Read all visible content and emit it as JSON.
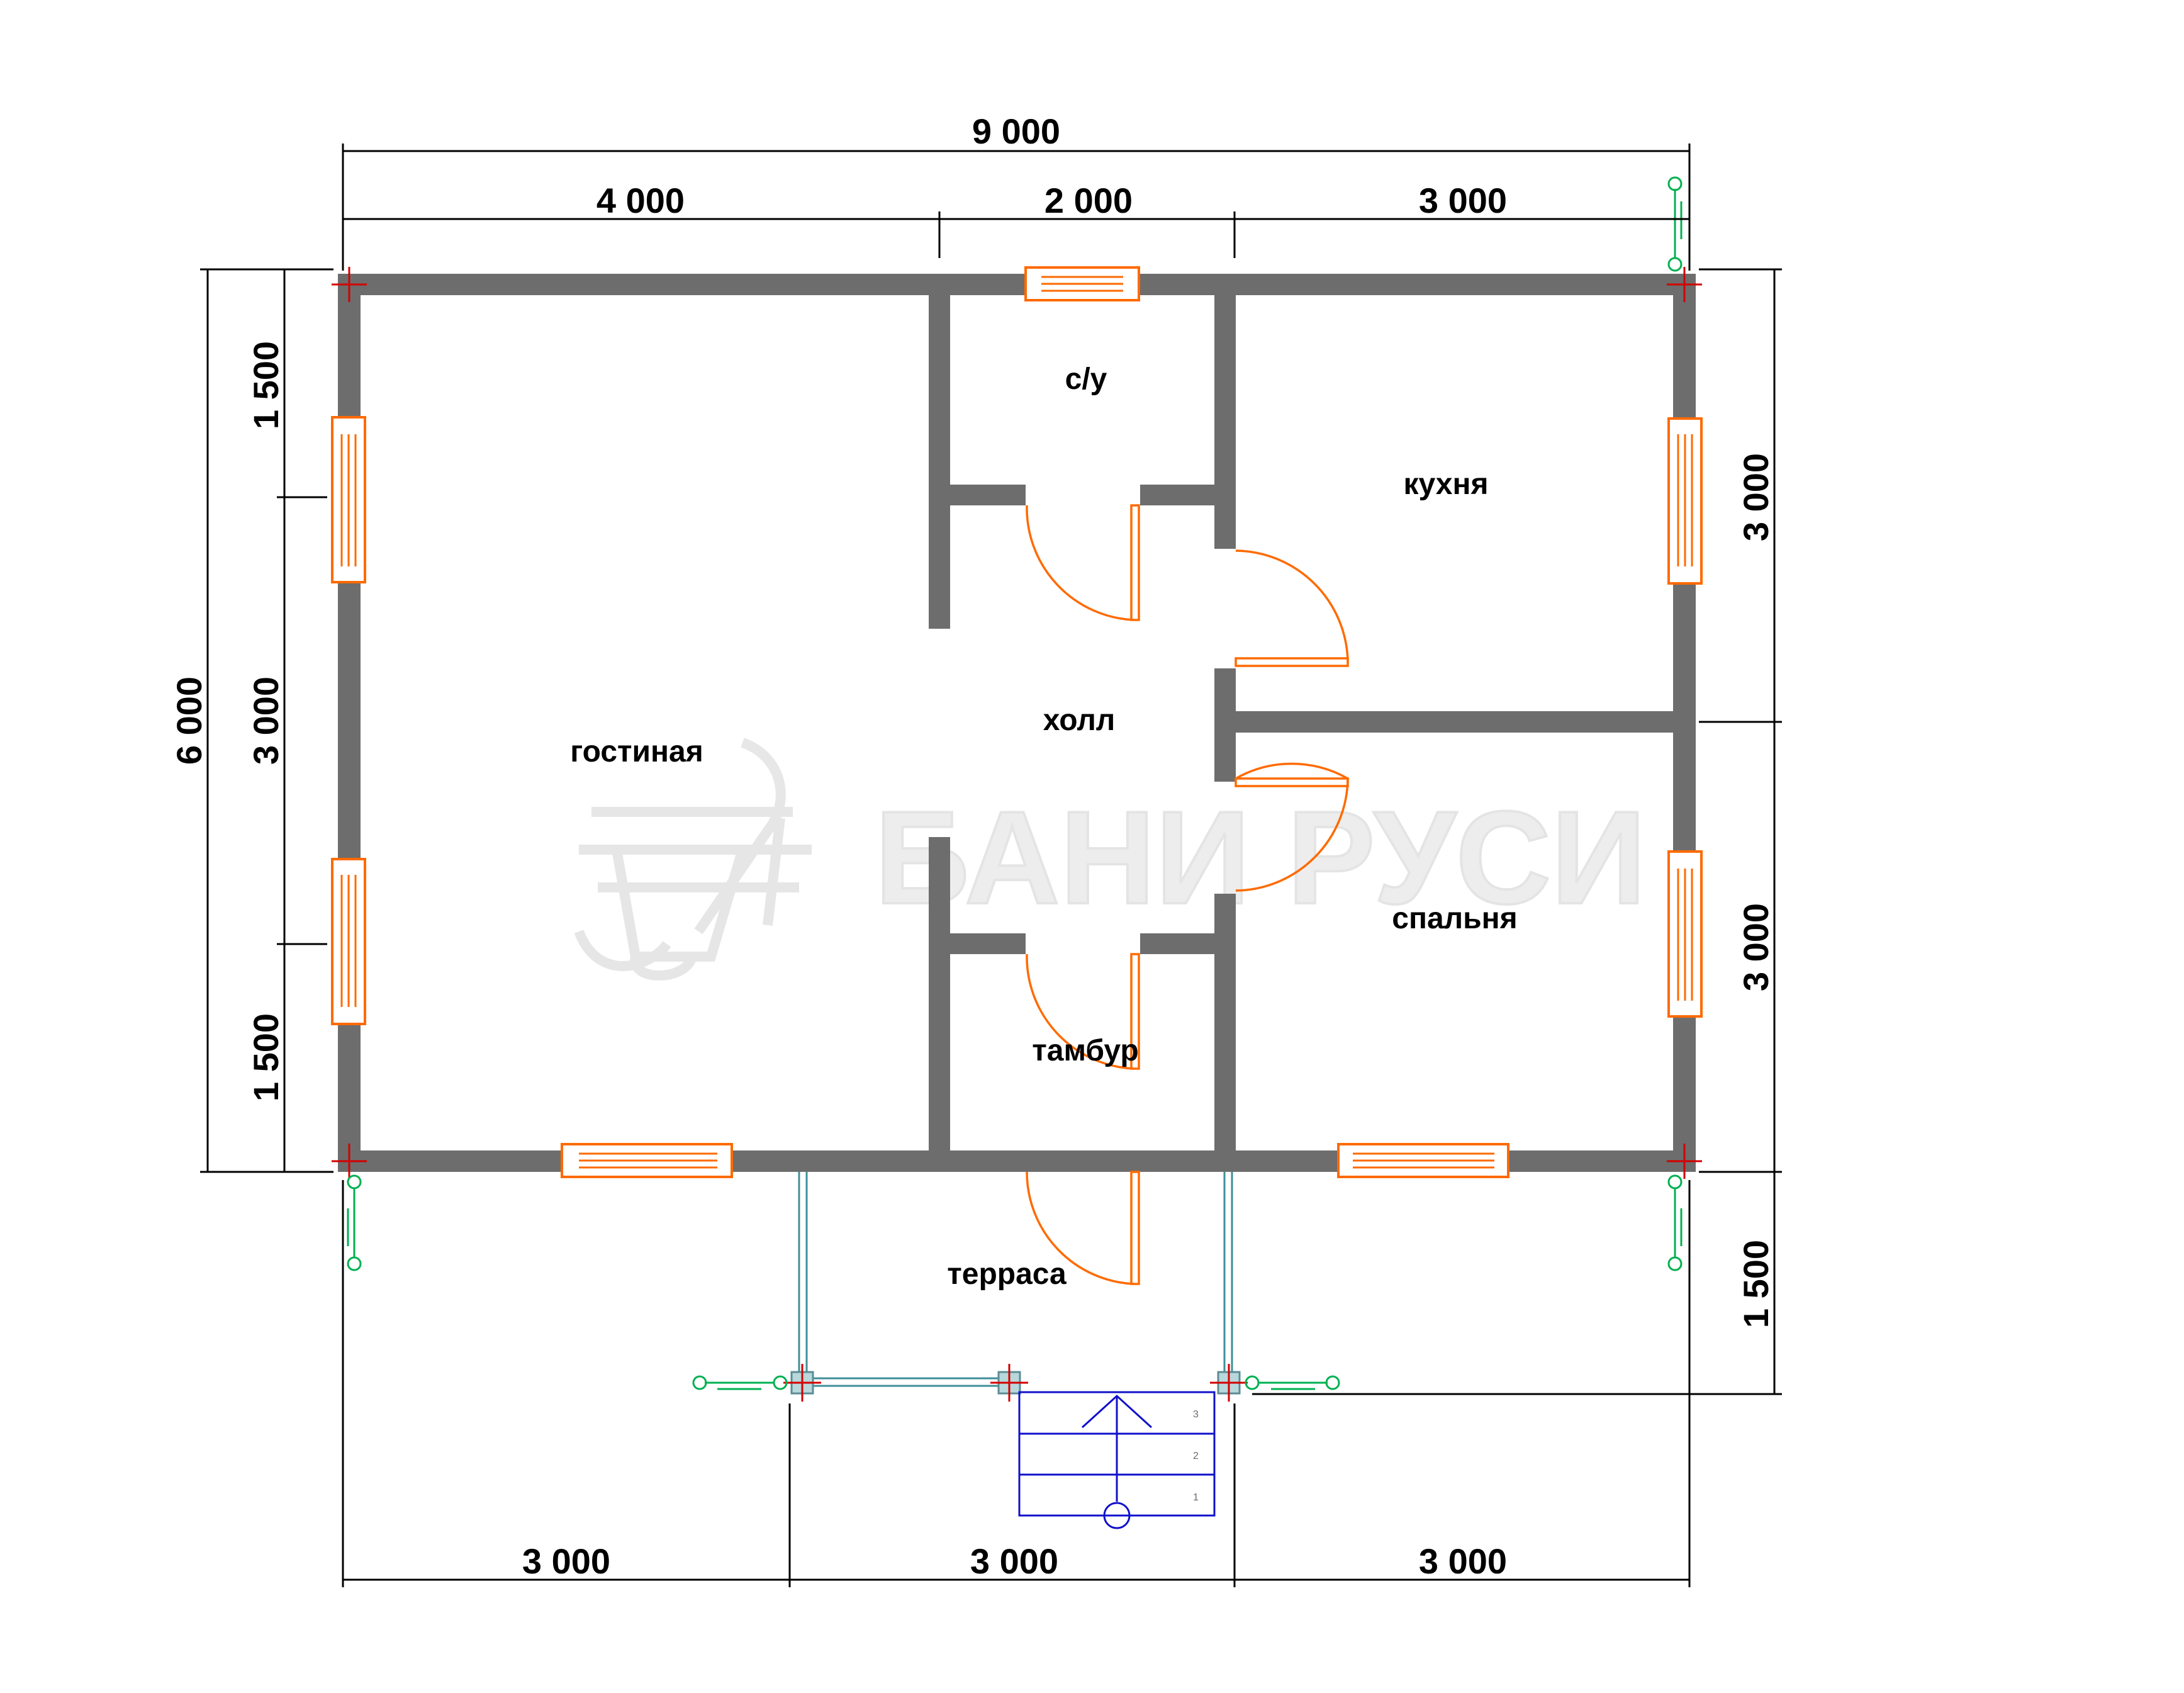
{
  "plan": {
    "dimensions": {
      "top_total": "9 000",
      "top_segments": [
        "4 000",
        "2 000",
        "3 000"
      ],
      "bottom_segments": [
        "3 000",
        "3 000",
        "3 000"
      ],
      "left_total": "6 000",
      "left_segments": [
        "1 500",
        "3 000",
        "1 500"
      ],
      "right_segments": [
        "3 000",
        "3 000",
        "1 500"
      ]
    },
    "rooms": {
      "living_room": "гостиная",
      "bathroom": "с/у",
      "kitchen": "кухня",
      "hall": "холл",
      "bedroom": "спальня",
      "vestibule": "тамбур",
      "terrace": "терраса"
    },
    "stair_steps": [
      "3",
      "2",
      "1"
    ],
    "watermark": "БАНИ РУСИ",
    "colors": {
      "wall": "#6d6d6d",
      "window_door": "#ff6a00",
      "dimension": "#000000",
      "axis_marker": "#d40000",
      "terrace_marker": "#00b050",
      "stairs": "#1010cc",
      "terrace_beam": "#3f8f9a"
    }
  }
}
